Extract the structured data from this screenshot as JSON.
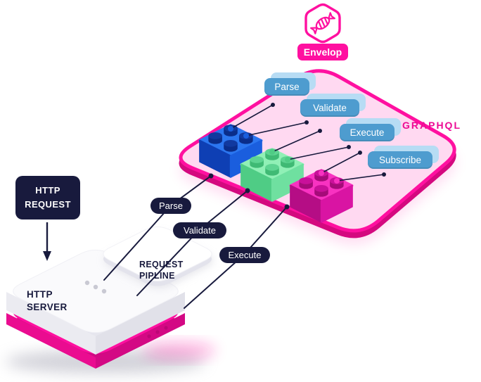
{
  "colors": {
    "magenta": "#ff10a0",
    "magenta-dark": "#d4097f",
    "platform-fill": "#ffd9f1",
    "navy": "#181a3d",
    "tag-front": "#4e9ccf",
    "tag-back": "#b7dcf4",
    "graphql-text": "#ec0b94",
    "blue-top": "#2b76f0",
    "blue-left": "#0e3fb4",
    "blue-right": "#1a5ede",
    "blue-stud-side": "#0a2d8a",
    "blue-stud-top": "#11399f",
    "green-top": "#90f0b6",
    "green-left": "#4fcc85",
    "green-right": "#6fe0a0",
    "green-stud-side": "#3fba74",
    "green-stud-top": "#5ed492",
    "pink-top": "#f832c1",
    "pink-left": "#b50d85",
    "pink-right": "#d914a3",
    "pink-stud-side": "#a50b79",
    "pink-stud-top": "#c9109a"
  },
  "envelop": {
    "badge_label": "Envelop",
    "logo_icon": "candy-hexagon-icon"
  },
  "platform": {
    "side_label": "GRAPHQL"
  },
  "lifecycle_tags": [
    {
      "label": "Parse"
    },
    {
      "label": "Validate"
    },
    {
      "label": "Execute"
    },
    {
      "label": "Subscribe"
    }
  ],
  "plugin_bricks": [
    {
      "name": "blue-plugin-brick",
      "color": "blue"
    },
    {
      "name": "green-plugin-brick",
      "color": "green"
    },
    {
      "name": "pink-plugin-brick",
      "color": "pink"
    }
  ],
  "http_request_box": {
    "line1": "HTTP",
    "line2": "REQUEST"
  },
  "http_server_box": {
    "line1": "HTTP",
    "line2": "SERVER"
  },
  "request_pipeline_panel": {
    "line1": "REQUEST",
    "line2": "PIPLINE"
  },
  "pipeline_steps": [
    {
      "label": "Parse"
    },
    {
      "label": "Validate"
    },
    {
      "label": "Execute"
    }
  ]
}
